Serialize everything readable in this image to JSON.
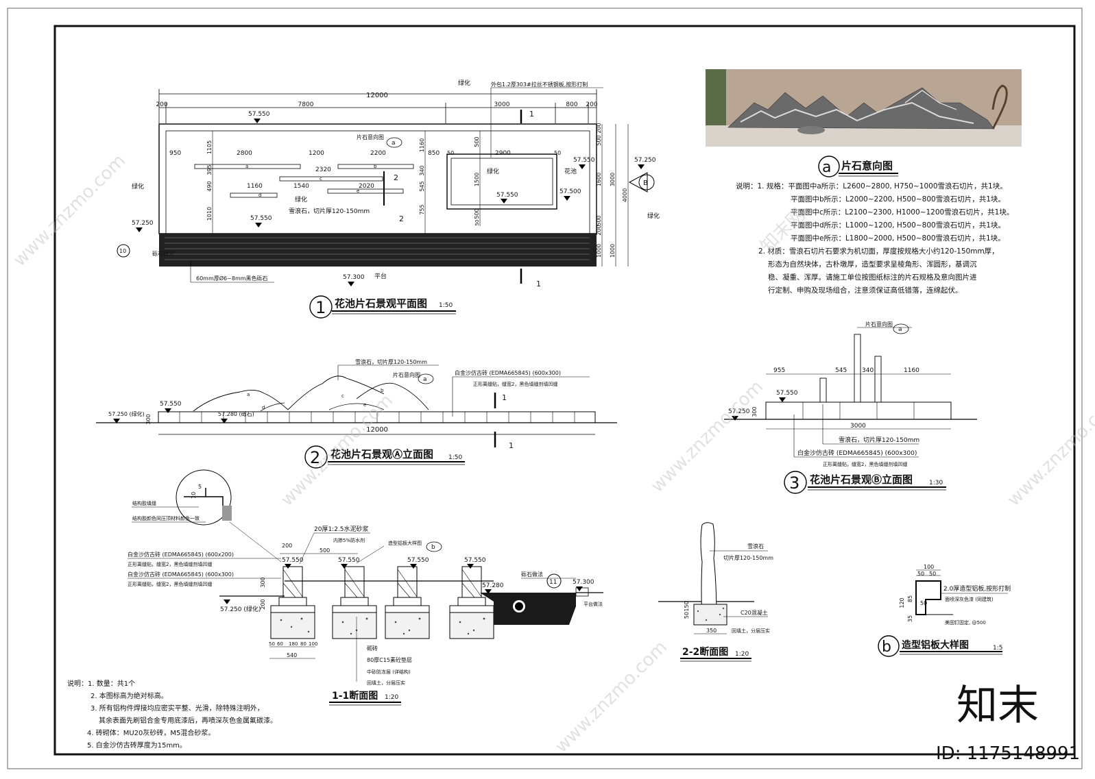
{
  "plan": {
    "title": "花池片石景观平面图",
    "scale": "1:50",
    "number": "1",
    "dims_top": [
      "12000",
      "200",
      "7800",
      "3000",
      "800",
      "200"
    ],
    "dims_inner": [
      "950",
      "2800",
      "1200",
      "2200",
      "2320",
      "1160",
      "1540",
      "2020",
      "850",
      "50",
      "2900",
      "50"
    ],
    "dims_vertical": [
      "1105",
      "395",
      "490",
      "1010",
      "1160",
      "340",
      "545",
      "755",
      "500",
      "1500",
      "500",
      "50",
      "200",
      "500",
      "1600",
      "500",
      "200",
      "3000",
      "1000",
      "1000",
      "4000"
    ],
    "levels": [
      "57.550",
      "57.550",
      "57.550",
      "57.550",
      "57.500",
      "57.250",
      "57.250",
      "57.300"
    ],
    "labels": {
      "greening_top": "绿化",
      "greening_left": "绿化",
      "greening_right": "绿化",
      "greening_inner": "绿化",
      "greening_pool": "绿化",
      "pool": "花池",
      "platform": "平台",
      "gravel_label": "砾石做法",
      "gravel_note": "60mm厚Ø6~8mm黑色砾石",
      "stone_note": "雪浪石，切片厚120-150mm",
      "steel_note": "外包1.2厚303#拉丝不锈钢板,按形打制",
      "stone_ref": "片石意向图",
      "section_1": "1",
      "section_2": "2",
      "letters": [
        "a",
        "b",
        "c",
        "d",
        "e"
      ],
      "ref_a": "a",
      "ref_B": "B",
      "ref_10": "10"
    }
  },
  "elevA": {
    "title": "花池片石景观Ⓐ立面图",
    "scale": "1:50",
    "number": "2",
    "dim_total": "12000",
    "level_left": "57.250 (绿化)",
    "level_top": "57.550",
    "level_gravel": "57.280 (砾石)",
    "dim_300": "300",
    "stone_note": "雪浪石，切片厚120-150mm",
    "stone_ref": "片石意向图",
    "tile_note": "白金沙仿古砖 (EDMA665845) (600x300)",
    "tile_note2": "正形离缝贴，缝宽2，黑色填缝剂填凹缝",
    "section": "1",
    "letters": [
      "a",
      "b",
      "c",
      "d",
      "e"
    ]
  },
  "elevB": {
    "title": "花池片石景观Ⓑ立面图",
    "scale": "1:30",
    "number": "3",
    "dims": [
      "955",
      "545",
      "340",
      "1160",
      "3000",
      "300"
    ],
    "levels": [
      "57.550",
      "57.250"
    ],
    "stone_ref": "片石意向图",
    "stone_note": "雪浪石，切片厚120-150mm",
    "tile_note": "白金沙仿古砖 (EDMA665845) (600x300)",
    "tile_note2": "正形离缝贴，缝宽2，黑色填缝剂填凹缝"
  },
  "stone_ref": {
    "title": "片石意向图",
    "letter": "a",
    "notes": [
      "说明：1. 规格：平面图中a所示：L2600~2800, H750~1000雪浪石切片，共1块。",
      "平面图中b所示：L2000~2200, H500~800雪浪石切片，共1块。",
      "平面图中c所示：L2100~2300, H1000~1200雪浪石切片，共1块。",
      "平面图中d所示：L1000~1200, H500~800雪浪石切片，共1块。",
      "平面图中e所示：L1800~2000, H500~800雪浪石切片，共1块。",
      "2. 材质：雪浪石切片石要求为机切面，厚度按规格大小约120-150mm厚，",
      "形态为自然块体，古朴墩厚，造型要求呈棱角形、浑圆形，基调沉",
      "稳、凝重、浑厚。请施工单位按图纸标注的片石规格及意向图片进",
      "行定制、申购及现场组合，注意须保证高低错落，连绵起伏。"
    ]
  },
  "section11": {
    "title": "1-1断面图",
    "scale": "1:20",
    "notes_left": [
      "结构胶填缝",
      "结构胶颜色同压顶材料颜色一致",
      "白金沙仿古砖 (EDMA665845) (600x200)",
      "正形离缝贴，缝宽2，黑色填缝剂填凹缝",
      "白金沙仿古砖 (EDMA665845) (600x300)",
      "正形离缝贴，缝宽2，黑色填缝剂填凹缝"
    ],
    "notes_mid": [
      "20厚1:2.5水泥砂浆",
      "内掺5%防水剂"
    ],
    "detail_ref": "造型铝板大样图",
    "detail_letter": "b",
    "layers": [
      "砌砖",
      "80厚C15素砼垫层",
      "中砂防冻层 (详结构)",
      "回填土，分层压实"
    ],
    "levels": [
      "57.550",
      "57.550",
      "57.550",
      "57.550",
      "57.280",
      "57.300",
      "57.250 (绿化)"
    ],
    "gravel": "砾石做法",
    "platform": "平台做法",
    "ref_11": "11",
    "dims": [
      "5",
      "10",
      "200",
      "500",
      "300",
      "200",
      "50",
      "60",
      "180",
      "80",
      "100",
      "540"
    ]
  },
  "section22": {
    "title": "2-2断面图",
    "scale": "1:20",
    "notes": [
      "雪浪石",
      "切片厚120-150mm",
      "C20混凝土",
      "回填土，分层压实"
    ],
    "dims": [
      "50",
      "150",
      "350"
    ]
  },
  "detailB": {
    "title": "造型铝板大样图",
    "scale": "1:5",
    "letter": "b",
    "dims": [
      "100",
      "50",
      "50",
      "50",
      "85",
      "35",
      "120"
    ],
    "notes": [
      "2.0厚造型铝板,按形打制",
      "面喷深灰色漆 (同建筑)",
      "美固钉固定, @500"
    ]
  },
  "general_notes": [
    "说明：1. 数量：共1个",
    "2. 本图标高为绝对标高。",
    "3. 所有铝构件焊接均应密实平整、光滑，除特殊注明外，",
    "其余表面先刷铝合金专用底漆后，再喷深灰色金属氟碳漆。",
    "4. 砖砌体：MU20灰砂砖，M5混合砂浆。",
    "5. 白金沙仿古砖厚度为15mm。"
  ],
  "watermark": {
    "logo": "知末",
    "id": "ID: 1175148991",
    "site": "www.znzmo.com",
    "brand": "知末网"
  }
}
